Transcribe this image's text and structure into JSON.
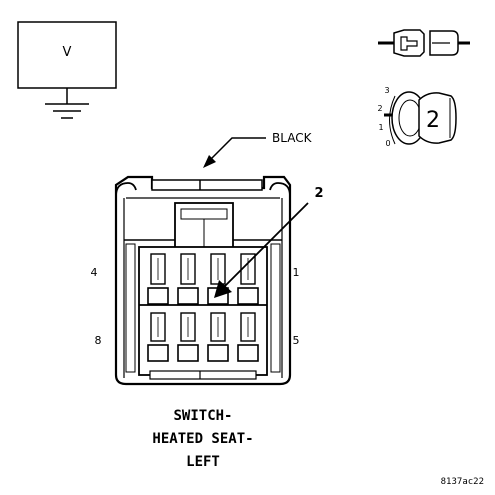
{
  "meter": {
    "symbol": "V"
  },
  "icons": {
    "probe": "test-probe-icon",
    "lead": "test-lead-icon"
  },
  "pin_selector": {
    "scale": [
      "3",
      "2",
      "1",
      "0"
    ],
    "probe_number": "2"
  },
  "connector": {
    "color_label": "BLACK",
    "callout": "2",
    "pins": {
      "top_left": "4",
      "top_right": "1",
      "bottom_left": "8",
      "bottom_right": "5"
    },
    "title_lines": [
      "SWITCH-",
      "HEATED SEAT-",
      "LEFT"
    ]
  },
  "figure_id": "8137ac22"
}
